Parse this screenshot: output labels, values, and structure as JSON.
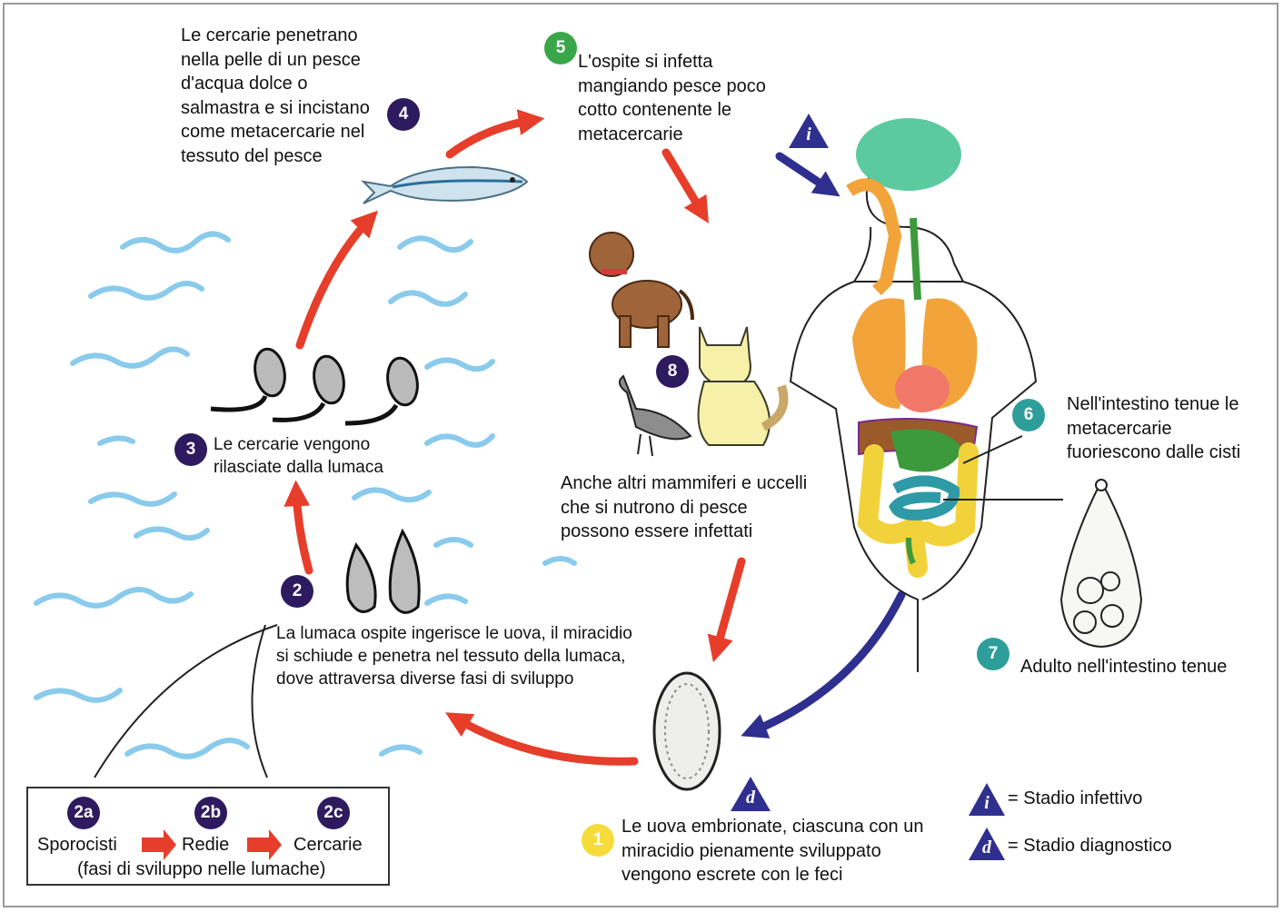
{
  "colors": {
    "stage_badge": "#2e1a5e",
    "step5_badge": "#3aa64a",
    "step6_7_badge": "#2e9e9a",
    "step1_badge": "#f6dc3a",
    "lifecycle_arrow": "#e63e2a",
    "human_arrow": "#2f2f8f",
    "water": "#7ec6ea"
  },
  "steps": {
    "s1": {
      "badge": "1",
      "text": [
        "Le uova embrionate, ciascuna con un",
        "miracidio pienamente sviluppato",
        "vengono escrete con le feci"
      ]
    },
    "s2": {
      "badge": "2",
      "text": [
        "La lumaca ospite ingerisce le uova, il miracidio",
        "si schiude e penetra nel tessuto della lumaca,",
        "dove attraversa diverse fasi di sviluppo"
      ]
    },
    "s3": {
      "badge": "3",
      "text": [
        "Le cercarie vengono",
        "rilasciate dalla lumaca"
      ]
    },
    "s4": {
      "badge": "4",
      "text": [
        "Le cercarie penetrano",
        "nella pelle di un pesce",
        "d'acqua dolce o",
        "salmastra e si incistano",
        "come metacercarie nel",
        "tessuto del pesce"
      ]
    },
    "s5": {
      "badge": "5",
      "text": [
        "L'ospite si infetta",
        "mangiando pesce poco",
        "cotto contenente le",
        "metacercarie"
      ]
    },
    "s6": {
      "badge": "6",
      "text": [
        "Nell'intestino tenue le",
        "metacercarie",
        "fuoriescono dalle cisti"
      ]
    },
    "s7": {
      "badge": "7",
      "text": "Adulto nell'intestino tenue"
    },
    "s8": {
      "badge": "8",
      "text": [
        "Anche altri mammiferi e uccelli",
        "che si nutrono di pesce",
        "possono essere infettati"
      ]
    }
  },
  "substages": {
    "a": {
      "badge": "2a",
      "label": "Sporocisti"
    },
    "b": {
      "badge": "2b",
      "label": "Redie"
    },
    "c": {
      "badge": "2c",
      "label": "Cercarie"
    },
    "caption": "(fasi di sviluppo nelle lumache)"
  },
  "markers": {
    "infective_letter": "i",
    "diagnostic_letter": "d"
  },
  "legend": {
    "infective": "= Stadio infettivo",
    "diagnostic": "= Stadio diagnostico"
  }
}
